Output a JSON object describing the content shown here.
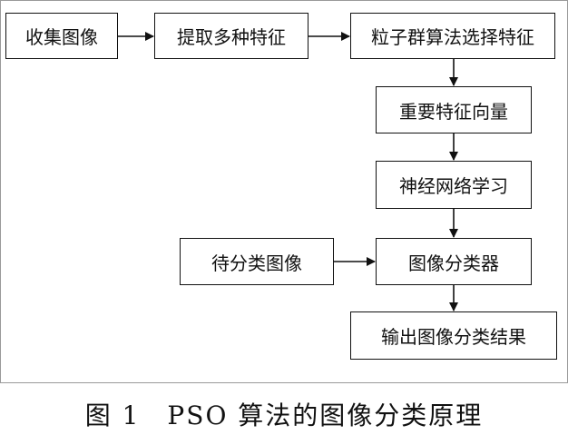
{
  "nodes": {
    "collect": "收集图像",
    "extract": "提取多种特征",
    "pso_select": "粒子群算法选择特征",
    "important": "重要特征向量",
    "nn_learn": "神经网络学习",
    "to_classify": "待分类图像",
    "classifier": "图像分类器",
    "output": "输出图像分类结果"
  },
  "caption": "图 1　PSO 算法的图像分类原理"
}
